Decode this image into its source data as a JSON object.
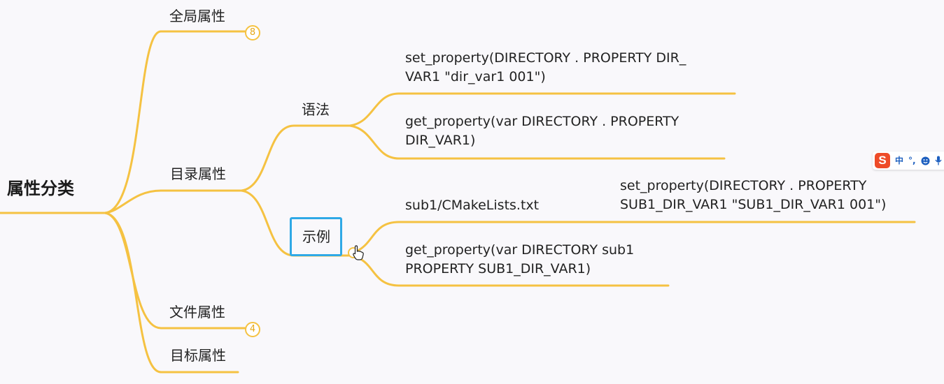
{
  "root": "属性分类",
  "level1": {
    "global": "全局属性",
    "directory": "目录属性",
    "file": "文件属性",
    "target": "目标属性"
  },
  "badges": {
    "global_count": "8",
    "file_count": "4"
  },
  "level2": {
    "syntax": "语法",
    "example": "示例"
  },
  "syntax_items": [
    {
      "line1": "set_property(DIRECTORY .  PROPERTY DIR_",
      "line2": "VAR1 \"dir_var1 001\")"
    },
    {
      "line1": "get_property(var DIRECTORY . PROPERTY",
      "line2": "DIR_VAR1)"
    }
  ],
  "example_items": {
    "file": "sub1/CMakeLists.txt",
    "set_line1": "set_property(DIRECTORY .  PROPERTY",
    "set_line2": "SUB1_DIR_VAR1 \"SUB1_DIR_VAR1 001\")",
    "get_line1": "get_property(var DIRECTORY sub1",
    "get_line2": "PROPERTY SUB1_DIR_VAR1)"
  },
  "ime_toolbar": {
    "logo": "S",
    "mode": "中",
    "punct": "°,",
    "emoji_icon": "smiley-icon",
    "mic_icon": "microphone-icon"
  },
  "colors": {
    "branch": "#f5c242",
    "selection": "#2fa9e6",
    "background": "#f9f8fb"
  }
}
